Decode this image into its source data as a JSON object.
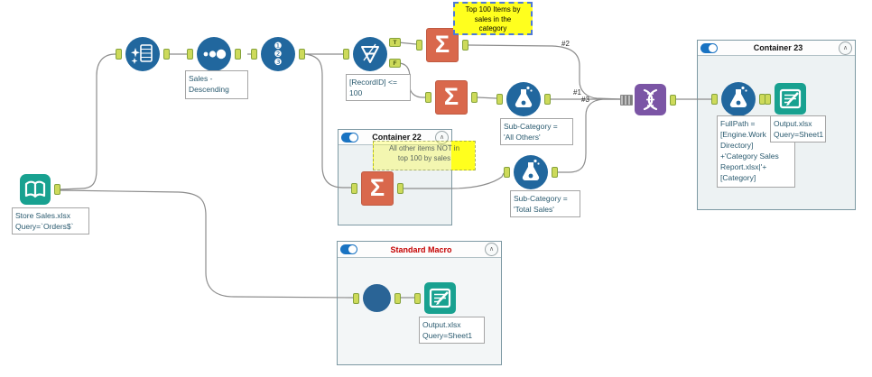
{
  "containers": {
    "container22": {
      "title": "Container 22"
    },
    "container23": {
      "title": "Container 23"
    },
    "standard_macro": {
      "title": "Standard Macro"
    }
  },
  "annotations": {
    "top100": {
      "lines": [
        "Top 100 Items by",
        "sales in the",
        "category"
      ]
    },
    "all_other": {
      "lines": [
        "All other items NOT in",
        "top 100 by sales"
      ]
    }
  },
  "labels": {
    "input": [
      "Store Sales.xlsx",
      "Query=`Orders$`"
    ],
    "sort": [
      "Sales -",
      "Descending"
    ],
    "filter": [
      "[RecordID] <=",
      "100"
    ],
    "formula_all_others": [
      "Sub-Category =",
      "'All Others'"
    ],
    "formula_total_sales": [
      "Sub-Category =",
      "'Total Sales'"
    ],
    "formula_fullpath": [
      "FullPath =",
      "[Engine.Work",
      "Directory]",
      "+'Category Sales",
      "Report.xlsx|'+",
      "[Category]"
    ],
    "output_container23": [
      "Output.xlsx",
      "Query=Sheet1"
    ],
    "output_macro": [
      "Output.xlsx",
      "Query=Sheet1"
    ]
  },
  "anchors": {
    "true_label": "T",
    "false_label": "F"
  },
  "connection_labels": {
    "c1": "#1",
    "c2": "#2",
    "c3": "#3"
  },
  "icons": {
    "summarize_glyph": "Σ",
    "recordid_1": "❶",
    "recordid_2": "❷",
    "recordid_3": "❸",
    "collapse_chevron": "∧"
  },
  "colors": {
    "tool_blue": "#21679e",
    "summarize_orange": "#d9684c",
    "union_purple": "#7b55a5",
    "io_teal": "#18a190",
    "annotation_yellow": "#ffff1e",
    "macro_title_red": "#c40000",
    "anchor_green": "#cdda5a"
  }
}
